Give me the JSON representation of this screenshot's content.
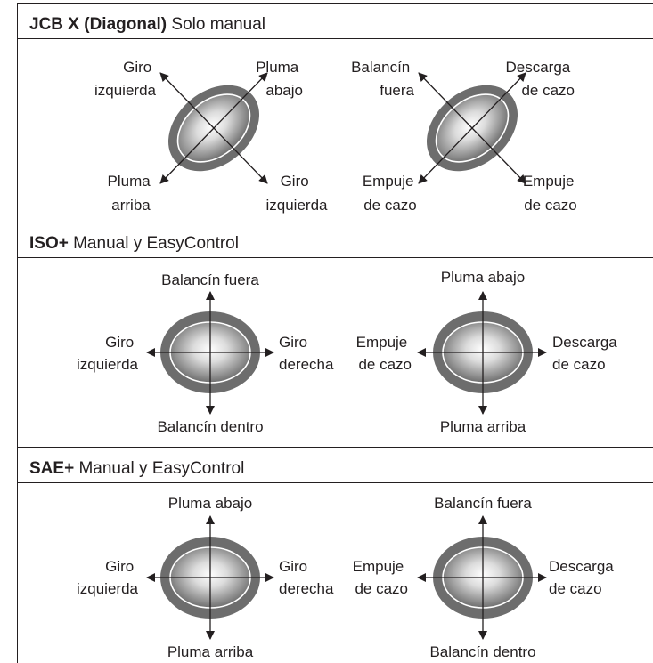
{
  "sections": [
    {
      "title_bold": "JCB X (Diagonal)",
      "title_rest": " Solo manual",
      "diagrams": [
        {
          "top_left": [
            "Giro",
            "izquierda"
          ],
          "top_right": [
            "Pluma",
            "abajo"
          ],
          "bottom_left": [
            "Pluma",
            "arriba"
          ],
          "bottom_right": [
            "Giro",
            "izquierda"
          ]
        },
        {
          "top_left": [
            "Balancín",
            "fuera"
          ],
          "top_right": [
            "Descarga",
            "de cazo"
          ],
          "bottom_left": [
            "Empuje",
            "de cazo"
          ],
          "bottom_right": [
            "Empuje",
            "de cazo"
          ]
        }
      ]
    },
    {
      "title_bold": "ISO+",
      "title_rest": " Manual y EasyControl",
      "diagrams": [
        {
          "top": "Balancín fuera",
          "bottom": "Balancín dentro",
          "left": [
            "Giro",
            "izquierda"
          ],
          "right": [
            "Giro",
            "derecha"
          ]
        },
        {
          "top": "Pluma abajo",
          "bottom": "Pluma arriba",
          "left": [
            "Empuje",
            "de cazo"
          ],
          "right": [
            "Descarga",
            "de cazo"
          ]
        }
      ]
    },
    {
      "title_bold": "SAE+",
      "title_rest": " Manual y EasyControl",
      "diagrams": [
        {
          "top": "Pluma abajo",
          "bottom": "Pluma arriba",
          "left": [
            "Giro",
            "izquierda"
          ],
          "right": [
            "Giro",
            "derecha"
          ]
        },
        {
          "top": "Balancín fuera",
          "bottom": "Balancín dentro",
          "left": [
            "Empuje",
            "de cazo"
          ],
          "right": [
            "Descarga",
            "de cazo"
          ]
        }
      ]
    }
  ]
}
